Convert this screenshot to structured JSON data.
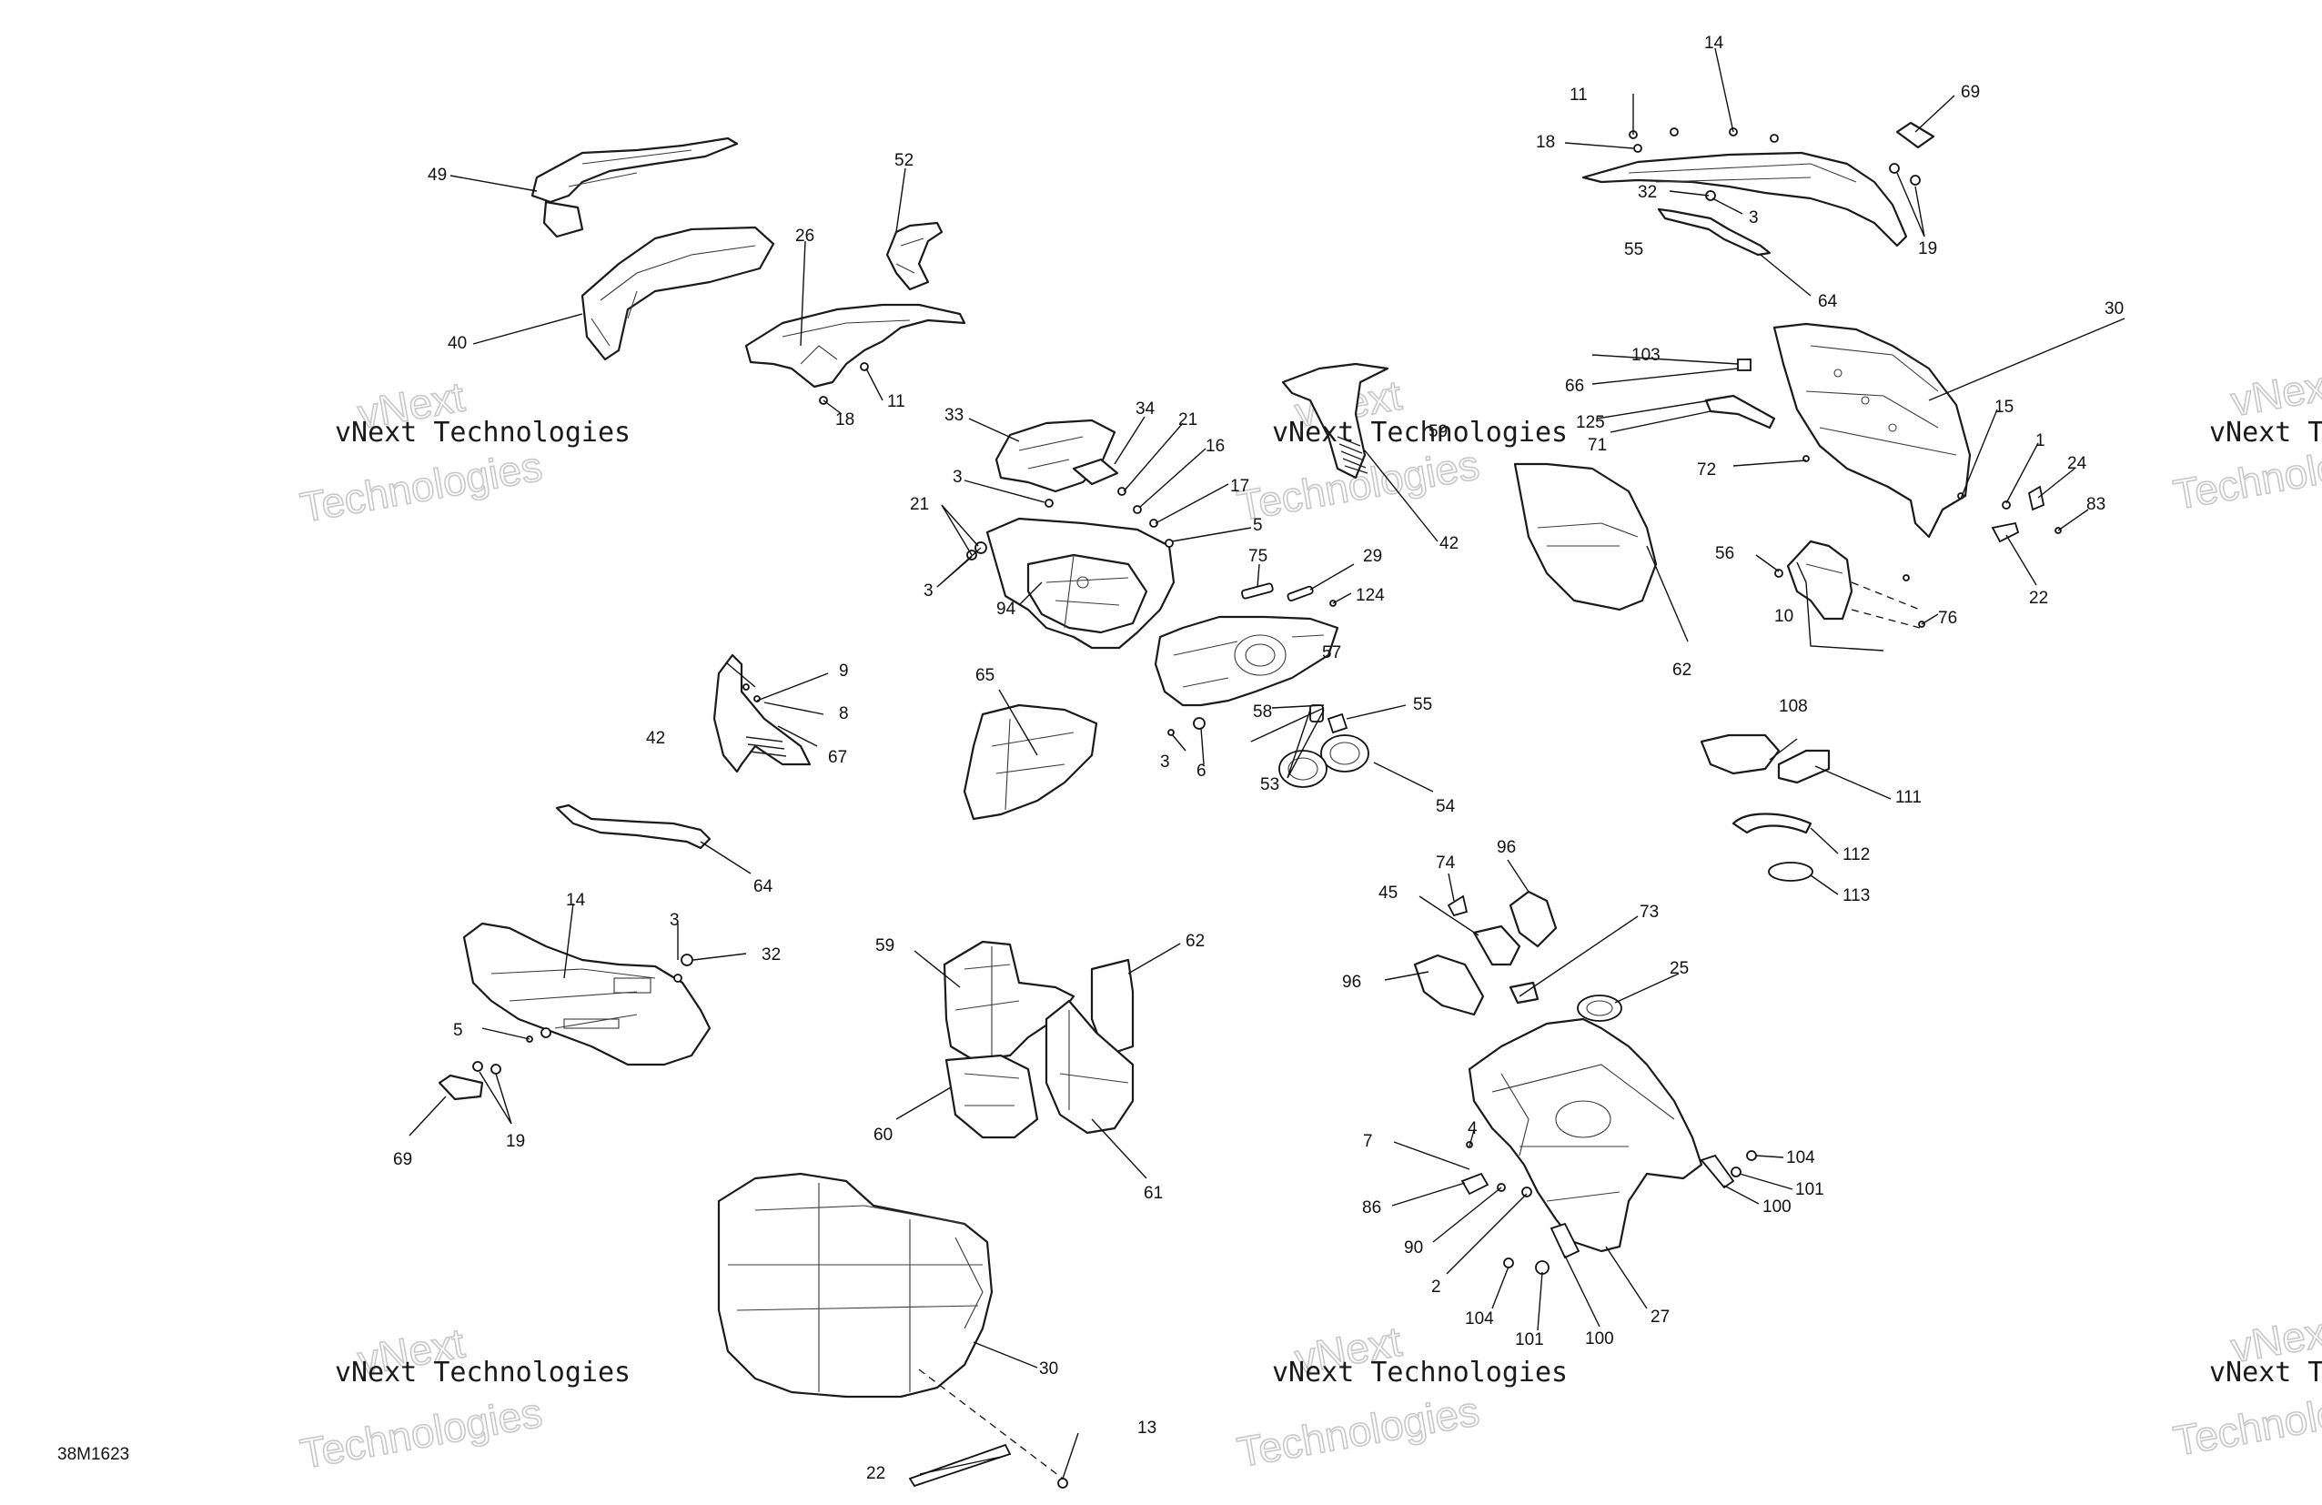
{
  "diagram_ref": "38M1623",
  "watermark": {
    "company": "vNext Technologies",
    "line1": "vNext",
    "line2": "Technologies"
  },
  "callouts": {
    "c1": "1",
    "c2": "2",
    "c3": "3",
    "c4": "4",
    "c5": "5",
    "c6": "6",
    "c7": "7",
    "c8": "8",
    "c9": "9",
    "c10": "10",
    "c11": "11",
    "c13": "13",
    "c14": "14",
    "c15": "15",
    "c16": "16",
    "c17": "17",
    "c18": "18",
    "c19": "19",
    "c21": "21",
    "c22": "22",
    "c24": "24",
    "c25": "25",
    "c26": "26",
    "c27": "27",
    "c29": "29",
    "c30": "30",
    "c32": "32",
    "c33": "33",
    "c34": "34",
    "c40": "40",
    "c42": "42",
    "c45": "45",
    "c49": "49",
    "c52": "52",
    "c53": "53",
    "c54": "54",
    "c55": "55",
    "c56": "56",
    "c57": "57",
    "c58": "58",
    "c59": "59",
    "c60": "60",
    "c61": "61",
    "c62": "62",
    "c64": "64",
    "c65": "65",
    "c66": "66",
    "c67": "67",
    "c69": "69",
    "c71": "71",
    "c72": "72",
    "c73": "73",
    "c74": "74",
    "c75": "75",
    "c76": "76",
    "c83": "83",
    "c86": "86",
    "c90": "90",
    "c94": "94",
    "c96": "96",
    "c100": "100",
    "c101": "101",
    "c103": "103",
    "c104": "104",
    "c108": "108",
    "c111": "111",
    "c112": "112",
    "c113": "113",
    "c124": "124",
    "c125": "125"
  }
}
